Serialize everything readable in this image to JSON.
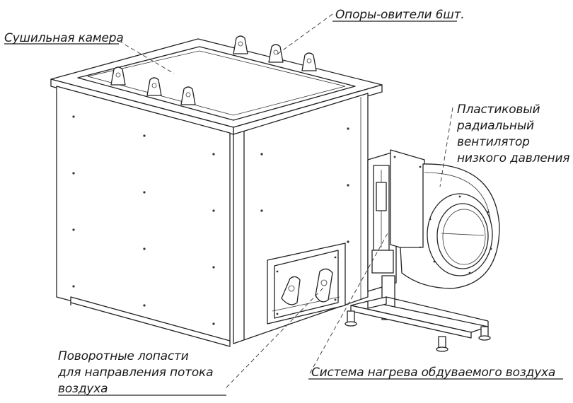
{
  "labels": {
    "drying_chamber": "Сушильная камера",
    "supports": "Опоры-овители 6шт.",
    "fan_line1": "Пластиковый",
    "fan_line2": "радиальный",
    "fan_line3": "вентилятор",
    "fan_line4": "низкого давления",
    "blades_line1": "Поворотные лопасти",
    "blades_line2": "для направления потока",
    "blades_line3": "воздуха",
    "heating": "Система нагрева обдуваемого воздуха"
  },
  "colors": {
    "line": "#222222",
    "background": "#ffffff"
  }
}
